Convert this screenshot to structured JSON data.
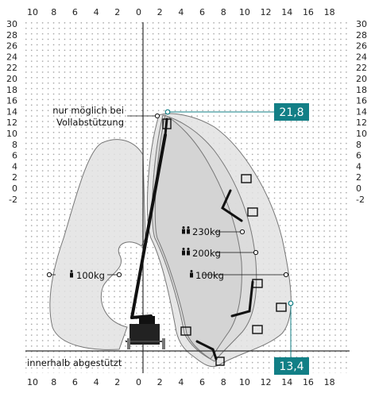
{
  "axes": {
    "x_ticks_top": [
      "10",
      "8",
      "6",
      "4",
      "2",
      "0",
      "2",
      "4",
      "6",
      "8",
      "10",
      "12",
      "14",
      "16",
      "18"
    ],
    "x_ticks_bottom": [
      "10",
      "8",
      "6",
      "4",
      "2",
      "0",
      "2",
      "4",
      "6",
      "8",
      "10",
      "12",
      "14",
      "16",
      "18"
    ],
    "y_ticks": [
      "30",
      "28",
      "26",
      "24",
      "22",
      "20",
      "18",
      "16",
      "14",
      "12",
      "10",
      "8",
      "6",
      "4",
      "2",
      "0",
      "-2"
    ]
  },
  "labels": {
    "note_line1": "nur möglich bei",
    "note_line2": "Vollabstützung",
    "load_230": "230kg",
    "load_200": "200kg",
    "load_100_right": "100kg",
    "load_100_left": "100kg",
    "bottom_note": "innerhalb abgestützt"
  },
  "callouts": {
    "max_height": "21,8",
    "max_reach": "13,4"
  },
  "colors": {
    "callout_bg": "#127f86",
    "envelope_fill": "#e2e2e2",
    "envelope_stroke": "#777777",
    "boom": "#111111"
  }
}
